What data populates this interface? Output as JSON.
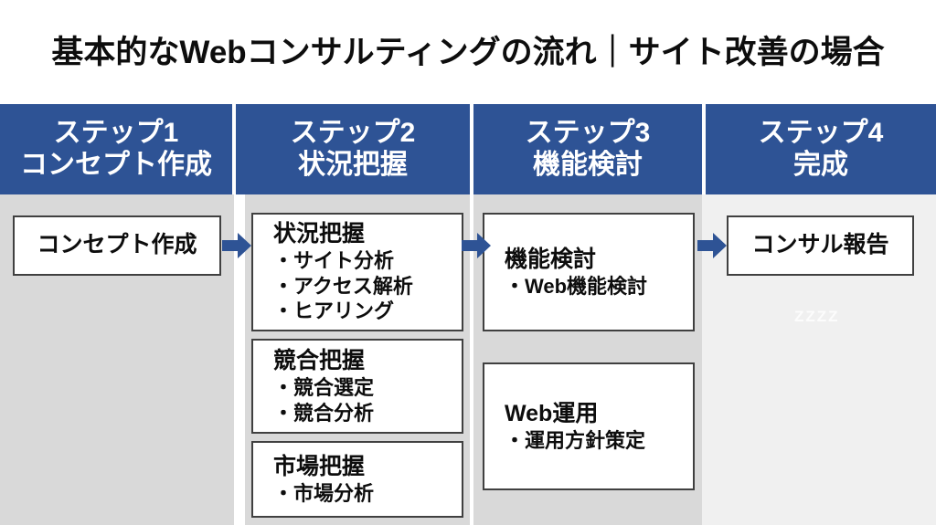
{
  "slide": {
    "title": "基本的なWebコンサルティングの流れ｜サイト改善の場合",
    "watermark": "ZZZZ",
    "colors": {
      "header_blue": "#2e5395",
      "arrow_blue": "#2e5395",
      "column_gray": "#d9d9d9",
      "column_gray_light": "#f0f0f0",
      "box_white": "#ffffff",
      "box_border": "#404040",
      "text_black": "#0d0d0d",
      "header_text": "#ffffff"
    }
  },
  "steps": [
    {
      "id": "step1",
      "step_label": "ステップ1",
      "step_name": "コンセプト作成",
      "boxes": [
        {
          "id": "concept",
          "title": "コンセプト作成",
          "items": []
        }
      ]
    },
    {
      "id": "step2",
      "step_label": "ステップ2",
      "step_name": "状況把握",
      "boxes": [
        {
          "id": "jokyo",
          "title": "状況把握",
          "items": [
            "・サイト分析",
            "・アクセス解析",
            "・ヒアリング"
          ]
        },
        {
          "id": "kyogo",
          "title": "競合把握",
          "items": [
            "・競合選定",
            "・競合分析"
          ]
        },
        {
          "id": "shijo",
          "title": "市場把握",
          "items": [
            "・市場分析"
          ]
        }
      ]
    },
    {
      "id": "step3",
      "step_label": "ステップ3",
      "step_name": "機能検討",
      "boxes": [
        {
          "id": "kinou",
          "title": "機能検討",
          "items": [
            "・Web機能検討"
          ]
        },
        {
          "id": "webunyou",
          "title": "Web運用",
          "items": [
            "・運用方針策定"
          ]
        }
      ]
    },
    {
      "id": "step4",
      "step_label": "ステップ4",
      "step_name": "完成",
      "boxes": [
        {
          "id": "report",
          "title": "コンサル報告",
          "items": []
        }
      ]
    }
  ],
  "arrows": [
    {
      "id": "arrow-step1-step2",
      "direction": "right"
    },
    {
      "id": "arrow-step2-step3",
      "direction": "right"
    },
    {
      "id": "arrow-step3-step4",
      "direction": "right"
    }
  ]
}
